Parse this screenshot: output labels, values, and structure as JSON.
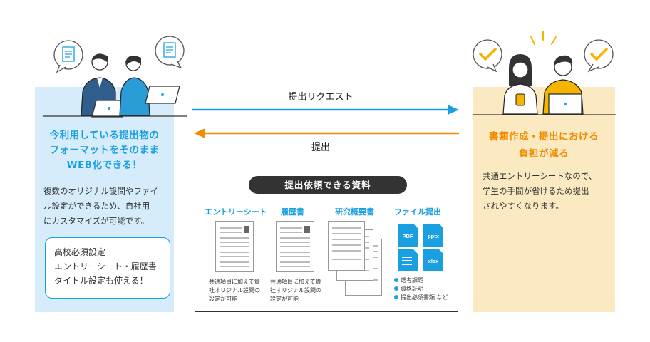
{
  "left": {
    "title_lines": [
      "今利用している提出物の",
      "フォーマットをそのまま",
      "WEB化できる！"
    ],
    "desc_lines": [
      "複数のオリジナル設問やファイ",
      "ル設定ができるため、自社用",
      "にカスタマイズが可能です。"
    ],
    "note_lines": [
      "高校必須設定",
      "エントリーシート・履歴書",
      "タイトル設定も使える！"
    ]
  },
  "right": {
    "title_lines": [
      "書類作成・提出における",
      "負担が減る"
    ],
    "desc_lines": [
      "共通エントリーシートなので、",
      "学生の手間が省けるため提出",
      "されやすくなります。"
    ]
  },
  "arrows": {
    "request_label": "提出リクエスト",
    "submit_label": "提出"
  },
  "center": {
    "title": "提出依頼できる資料",
    "columns": [
      {
        "heading": "エントリーシート",
        "desc_lines": [
          "共通項目に加えて貴",
          "社オリジナル設問の",
          "設定が可能"
        ]
      },
      {
        "heading": "履歴書",
        "desc_lines": [
          "共通項目に加えて貴",
          "社オリジナル設問の",
          "設定が可能"
        ]
      },
      {
        "heading": "研究概要書"
      },
      {
        "heading": "ファイル提出"
      }
    ],
    "file_types": [
      "PDF",
      "pptx",
      "xlsx"
    ],
    "file_bullets": [
      "選考課題",
      "資格証明",
      "提出必須書類 など"
    ]
  },
  "colors": {
    "blue": "#1a9fe0",
    "orange": "#f08c00",
    "light_blue_panel": "#d6ecfa",
    "light_orange_panel": "#fbe9c2",
    "request_arrow": "#1a9fe0",
    "submit_arrow": "#f08c00"
  }
}
